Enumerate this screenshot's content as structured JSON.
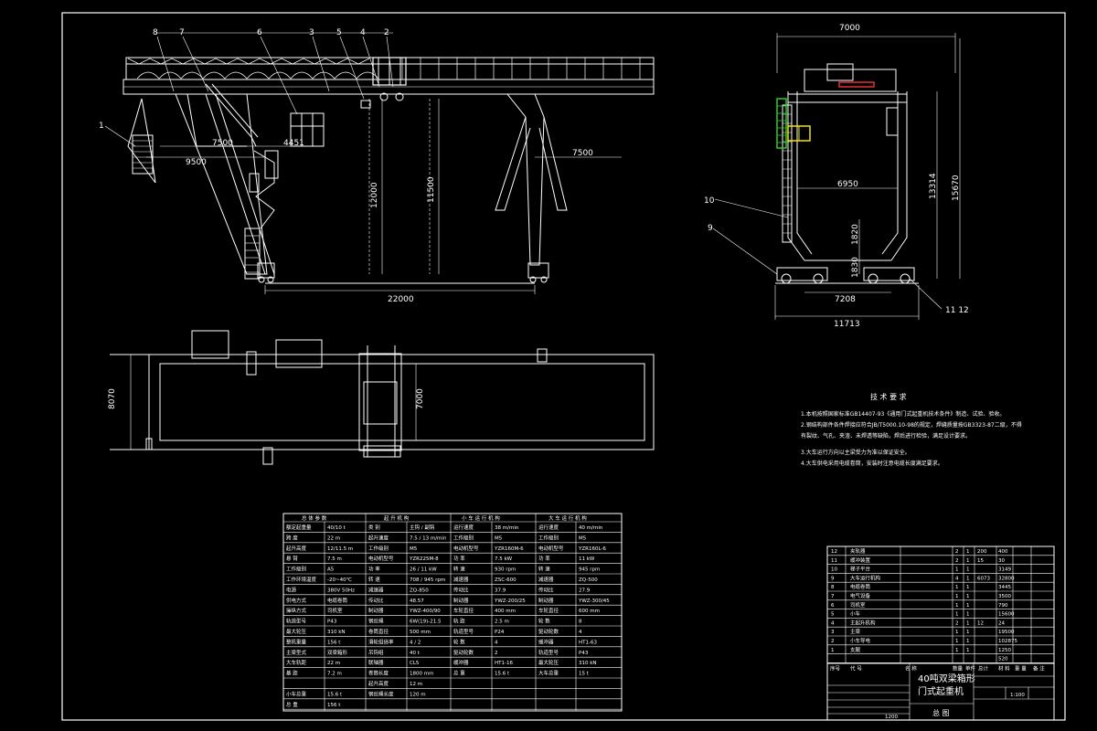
{
  "drawing": {
    "title_line1": "40吨双梁箱形",
    "title_line2": "门式起重机",
    "doc_type": "总 图",
    "scale": "1:100",
    "sheet": "1200"
  },
  "front_view": {
    "callouts": [
      "8",
      "7",
      "6",
      "3",
      "5",
      "4",
      "2",
      "1"
    ],
    "dims": {
      "span": "22000",
      "hook_height_main": "12000",
      "hook_height_aux": "11500",
      "left_cantilever": "9500",
      "inner_a": "7500",
      "inner_b": "4451",
      "right_cantilever": "7500"
    }
  },
  "side_view": {
    "callouts": [
      "10",
      "9",
      "11 12"
    ],
    "dims": {
      "top_width": "7000",
      "inner_width": "6950",
      "total_height": "15670",
      "leg_height": "13314",
      "lower_a": "1820",
      "lower_b": "1830",
      "base": "7208",
      "total_width": "11713"
    }
  },
  "plan_view": {
    "dims": {
      "width": "8070",
      "trolley": "7000"
    }
  },
  "tech_req": {
    "title": "技 术 要 求",
    "items": [
      "1.本机按照国家标准GB14407-93《通用门式起重机技术条件》制造、试验、验收。",
      "2.钢结构部件各件焊接应符合JB/T5000.10-98的规定，焊缝质量按GB3323-87二级，不得",
      "   有裂纹、气孔、夹渣、未焊透等缺陷，焊后进行检验，满足设计要求。",
      "3.大车运行方向以主梁受力为准以保证安全。",
      "4.大车供电采用电缆卷筒，安装时注意电缆长度满足要求。"
    ]
  },
  "spec_table": {
    "headers": [
      "总 体 参 数",
      "起 升 机 构",
      "小 车 运 行 机 构",
      "大 车 运 行 机 构"
    ],
    "col1": [
      [
        "额定起重量",
        "40/10 t"
      ],
      [
        "跨 度",
        "22 m"
      ],
      [
        "起升高度",
        "12/11.5 m"
      ],
      [
        "悬 臂",
        "7.5 m"
      ],
      [
        "工作级别",
        "A5"
      ],
      [
        "工作环境温度",
        "-20~40℃"
      ],
      [
        "电源",
        "380V 50Hz"
      ],
      [
        "供电方式",
        "电缆卷筒"
      ],
      [
        "操纵方式",
        "司机室"
      ],
      [
        "轨道型号",
        "P43"
      ],
      [
        "最大轮压",
        "310 kN"
      ],
      [
        "整机重量",
        "156 t"
      ],
      [
        "主梁型式",
        "双梁箱形"
      ],
      [
        "大车轨距",
        "22 m"
      ],
      [
        "基 距",
        "7.2 m"
      ],
      [
        "",
        ""
      ],
      [
        "小车总重",
        "15.6 t"
      ],
      [
        "总 重",
        "156 t"
      ]
    ],
    "col2": [
      [
        "类 别",
        "主钩 / 副钩"
      ],
      [
        "起升速度",
        "7.5 / 13 m/min"
      ],
      [
        "工作级别",
        "M5"
      ],
      [
        "电动机型号",
        "YZR225M-8"
      ],
      [
        "功 率",
        "26 / 11 kW"
      ],
      [
        "转 速",
        "708 / 945 rpm"
      ],
      [
        "减速器",
        "ZQ-850"
      ],
      [
        "传动比",
        "48.57"
      ],
      [
        "制动器",
        "YWZ-400/90"
      ],
      [
        "钢丝绳",
        "6W(19)-21.5"
      ],
      [
        "卷筒直径",
        "500 mm"
      ],
      [
        "滑轮组倍率",
        "4 / 2"
      ],
      [
        "吊钩组",
        "40 t"
      ],
      [
        "联轴器",
        "CL5"
      ],
      [
        "卷筒长度",
        "1800 mm"
      ],
      [
        "起升高度",
        "12 m"
      ],
      [
        "钢丝绳长度",
        "120 m"
      ],
      [
        "",
        ""
      ]
    ],
    "col3": [
      [
        "运行速度",
        "38 m/min"
      ],
      [
        "工作级别",
        "M5"
      ],
      [
        "电动机型号",
        "YZR160M-6"
      ],
      [
        "功 率",
        "7.5 kW"
      ],
      [
        "转 速",
        "930 rpm"
      ],
      [
        "减速器",
        "ZSC-600"
      ],
      [
        "传动比",
        "37.9"
      ],
      [
        "制动器",
        "YWZ-200/25"
      ],
      [
        "车轮直径",
        "400 mm"
      ],
      [
        "轨 距",
        "2.5 m"
      ],
      [
        "轨道型号",
        "P24"
      ],
      [
        "轮 数",
        "4"
      ],
      [
        "驱动轮数",
        "2"
      ],
      [
        "缓冲器",
        "HT1-16"
      ],
      [
        "总 重",
        "15.6 t"
      ]
    ],
    "col4": [
      [
        "运行速度",
        "40 m/min"
      ],
      [
        "工作级别",
        "M5"
      ],
      [
        "电动机型号",
        "YZR160L-6"
      ],
      [
        "功 率",
        "11 kW"
      ],
      [
        "转 速",
        "945 rpm"
      ],
      [
        "减速器",
        "ZQ-500"
      ],
      [
        "传动比",
        "27.9"
      ],
      [
        "制动器",
        "YWZ-300/45"
      ],
      [
        "车轮直径",
        "600 mm"
      ],
      [
        "轮 数",
        "8"
      ],
      [
        "驱动轮数",
        "4"
      ],
      [
        "缓冲器",
        "HT1-63"
      ],
      [
        "轨道型号",
        "P43"
      ],
      [
        "最大轮压",
        "310 kN"
      ],
      [
        "大车总重",
        "15 t"
      ]
    ]
  },
  "bom": {
    "rows": [
      [
        "12",
        "夹轨器",
        "2",
        "1",
        "200",
        "400"
      ],
      [
        "11",
        "缓冲装置",
        "2",
        "1",
        "15",
        "30"
      ],
      [
        "10",
        "梯子平台",
        "1",
        "1",
        "",
        "3149"
      ],
      [
        "9",
        "大车运行机构",
        "4",
        "1",
        "6073",
        "32800"
      ],
      [
        "8",
        "电缆卷筒",
        "1",
        "1",
        "",
        "3445"
      ],
      [
        "7",
        "电气设备",
        "1",
        "1",
        "",
        "3500"
      ],
      [
        "6",
        "司机室",
        "1",
        "1",
        "",
        "790"
      ],
      [
        "5",
        "小车",
        "1",
        "1",
        "",
        "15600"
      ],
      [
        "4",
        "主起升机构",
        "2",
        "1",
        "12",
        "24"
      ],
      [
        "3",
        "主梁",
        "1",
        "1",
        "",
        "19500"
      ],
      [
        "2",
        "小车导电",
        "1",
        "1",
        "",
        "102875"
      ],
      [
        "1",
        "支腿",
        "1",
        "1",
        "",
        "1250"
      ],
      [
        "",
        "",
        "",
        "",
        "",
        "520"
      ]
    ],
    "header": [
      "序号",
      "代 号",
      "名 称",
      "数量",
      "单件",
      "总计",
      "材 料",
      "重 量",
      "备 注"
    ]
  }
}
